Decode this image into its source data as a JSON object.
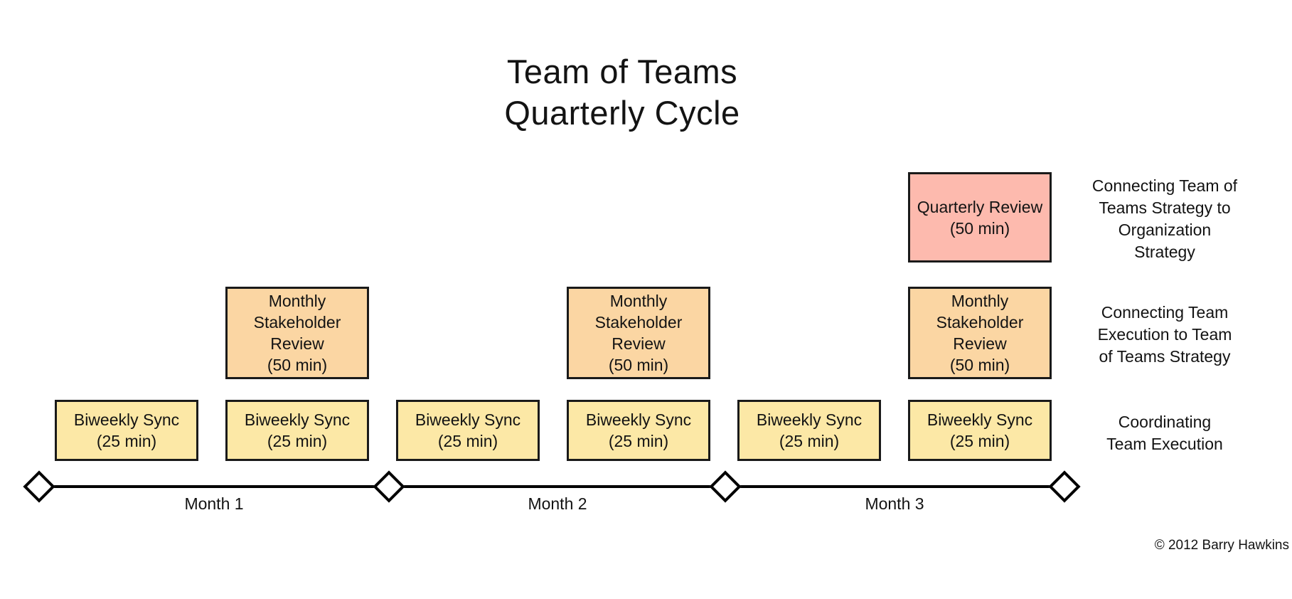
{
  "title": {
    "text": "Team of Teams\nQuarterly Cycle"
  },
  "colors": {
    "background": "#FFFFFF",
    "text": "#131313",
    "box-border": "#1A1A1A",
    "biweekly-fill": "#FCE8A6",
    "monthly-fill": "#FBD6A3",
    "quarterly-fill": "#FDBAAE",
    "timeline": "#000000"
  },
  "boxes": {
    "quarterly": {
      "label": "Quarterly Review\n(50 min)"
    },
    "monthly": {
      "label": "Monthly\nStakeholder\nReview\n(50 min)"
    },
    "biweekly": {
      "label": "Biweekly Sync\n(25 min)"
    }
  },
  "timeline": {
    "months": [
      {
        "label": "Month 1"
      },
      {
        "label": "Month 2"
      },
      {
        "label": "Month 3"
      }
    ]
  },
  "annotations": {
    "quarterly": {
      "text": "Connecting Team of\nTeams Strategy to\nOrganization\nStrategy"
    },
    "monthly": {
      "text": "Connecting Team\nExecution to Team\nof Teams Strategy"
    },
    "biweekly": {
      "text": "Coordinating\nTeam Execution"
    }
  },
  "footer": {
    "copyright": "© 2012 Barry Hawkins"
  }
}
